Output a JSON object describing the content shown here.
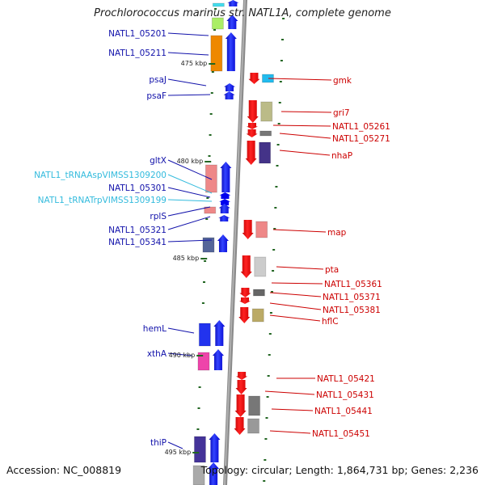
{
  "title": "Prochlorococcus marinus str. NATL1A, complete genome",
  "footer": {
    "accession": "Accession: NC_008819",
    "stats": "Topology: circular; Length: 1,864,731 bp; Genes: 2,236"
  },
  "colors": {
    "cds_reverse": "#0000ee",
    "cds_forward": "#ee0000",
    "trna": "#33bbdd",
    "label_left": "#1111aa",
    "label_left_trna": "#33bbdd",
    "label_right": "#cc0000",
    "backbone": "#888888",
    "tick": "#226622"
  },
  "scale_ticks": [
    {
      "label": "475 kbp"
    },
    {
      "label": "480 kbp"
    },
    {
      "label": "485 kbp"
    },
    {
      "label": "490 kbp"
    },
    {
      "label": "495 kbp"
    }
  ],
  "left_labels": [
    {
      "text": "NATL1_05201",
      "type": "cds"
    },
    {
      "text": "NATL1_05211",
      "type": "cds"
    },
    {
      "text": "psaJ",
      "type": "cds"
    },
    {
      "text": "psaF",
      "type": "cds"
    },
    {
      "text": "gltX",
      "type": "cds"
    },
    {
      "text": "NATL1_tRNAAspVIMSS1309200",
      "type": "trna"
    },
    {
      "text": "NATL1_05301",
      "type": "cds"
    },
    {
      "text": "NATL1_tRNATrpVIMSS1309199",
      "type": "trna"
    },
    {
      "text": "rplS",
      "type": "cds"
    },
    {
      "text": "NATL1_05321",
      "type": "cds"
    },
    {
      "text": "NATL1_05341",
      "type": "cds"
    },
    {
      "text": "hemL",
      "type": "cds"
    },
    {
      "text": "xthA",
      "type": "cds"
    },
    {
      "text": "thiP",
      "type": "cds"
    }
  ],
  "right_labels": [
    {
      "text": "gmk"
    },
    {
      "text": "gri7"
    },
    {
      "text": "NATL1_05261"
    },
    {
      "text": "NATL1_05271"
    },
    {
      "text": "nhaP"
    },
    {
      "text": "map"
    },
    {
      "text": "pta"
    },
    {
      "text": "NATL1_05361"
    },
    {
      "text": "NATL1_05371"
    },
    {
      "text": "NATL1_05381"
    },
    {
      "text": "hflC"
    },
    {
      "text": "NATL1_05421"
    },
    {
      "text": "NATL1_05431"
    },
    {
      "text": "NATL1_05441"
    },
    {
      "text": "NATL1_05451"
    }
  ]
}
